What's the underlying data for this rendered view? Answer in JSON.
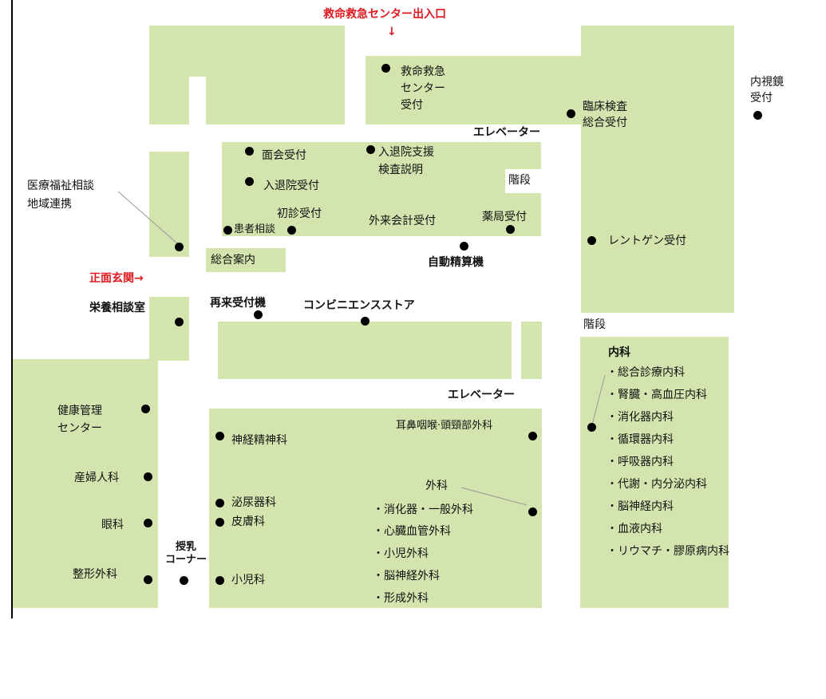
{
  "entrances": {
    "emergency": "救命救急センター出入口",
    "emergency_arrow": "↓",
    "main": "正面玄関→"
  },
  "rooms": {
    "emergency_reception": "救命救急\nセンター\n受付",
    "clinical_lab": "臨床検査\n総合受付",
    "endoscopy": "内視鏡\n受付",
    "elevator_top": "エレベーター",
    "visitor_reception": "面会受付",
    "admission_support": "入退院支援\n検査説明",
    "admission_reception": "入退院受付",
    "stairs_center": "階段",
    "first_visit": "初診受付",
    "patient_consult": "患者相談",
    "outpatient_billing": "外来会計受付",
    "pharmacy": "薬局受付",
    "xray": "レントゲン受付",
    "medical_welfare": "医療福祉相談\n地域連携",
    "general_info": "総合案内",
    "auto_payment": "自動精算機",
    "return_machine": "再来受付機",
    "convenience_store": "コンビニエンスストア",
    "nutrition": "栄養相談室",
    "stairs_right": "階段",
    "elevator_bottom": "エレベーター",
    "health_center": "健康管理\nセンター",
    "psychiatry": "神経精神科",
    "ent": "耳鼻咽喉·頭頸部外科",
    "obgyn": "産婦人科",
    "ophthalmology": "眼科",
    "urology": "泌尿器科",
    "dermatology": "皮膚科",
    "nursing_room": "授乳\nコーナー",
    "orthopedics": "整形外科",
    "pediatrics": "小児科"
  },
  "internal_medicine": {
    "title": "内科",
    "items": [
      "・総合診療内科",
      "・腎臓・高血圧内科",
      "・消化器内科",
      "・循環器内科",
      "・呼吸器内科",
      "・代謝・内分泌内科",
      "・脳神経内科",
      "・血液内科",
      "・リウマチ・膠原病内科"
    ]
  },
  "surgery": {
    "title": "外科",
    "items": [
      "・消化器・一般外科",
      "・心臓血管外科",
      "・小児外科",
      "・脳神経外科",
      "・形成外科"
    ]
  },
  "colors": {
    "area": "#d4e4ae",
    "entrance_text": "#e0181f",
    "dot": "#000000"
  }
}
